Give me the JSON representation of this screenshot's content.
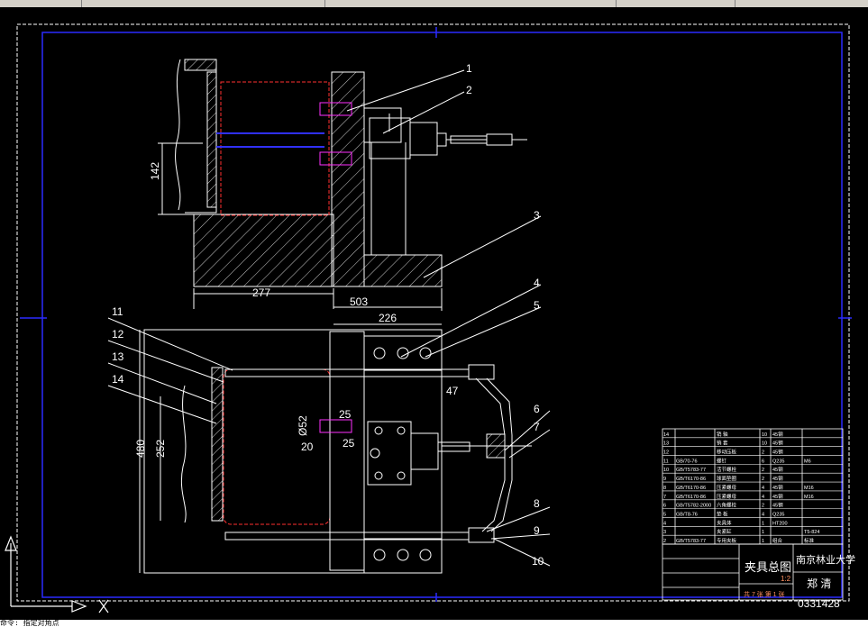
{
  "title_block": {
    "drawing_name": "夹具总图",
    "school": "南京林业大学",
    "author": "郑 清",
    "student_no": "0331428",
    "scale": "1:2",
    "sheet": "共 7 张 第 1 张"
  },
  "dimensions": {
    "d142": "142",
    "d277": "277",
    "d503": "503",
    "d226": "226",
    "d47": "47",
    "d480": "480",
    "d252": "252",
    "d52": "Ø52",
    "d25a": "25",
    "d20": "20",
    "d25b": "25"
  },
  "balloons": [
    "1",
    "2",
    "3",
    "4",
    "5",
    "6",
    "7",
    "8",
    "9",
    "10",
    "11",
    "12",
    "13",
    "14"
  ],
  "bom": [
    [
      "14",
      "",
      "销 轴",
      "10",
      "45钢",
      ""
    ],
    [
      "13",
      "",
      "销 套",
      "10",
      "45钢",
      ""
    ],
    [
      "12",
      "",
      "移动压板",
      "2",
      "45钢",
      ""
    ],
    [
      "11",
      "GB/70-76",
      "螺钉",
      "6",
      "Q235",
      "M6"
    ],
    [
      "10",
      "GB/T5783-77",
      "活节螺栓",
      "2",
      "45钢",
      ""
    ],
    [
      "9",
      "GB/T6170-86",
      "球面垫圈",
      "2",
      "45钢",
      ""
    ],
    [
      "8",
      "GB/T6170-86",
      "压紧螺母",
      "4",
      "45钢",
      "M16"
    ],
    [
      "7",
      "GB/T6170-86",
      "压紧螺母",
      "4",
      "45钢",
      "M16"
    ],
    [
      "6",
      "GB/T5782-2000",
      "六角螺栓",
      "2",
      "45钢",
      ""
    ],
    [
      "5",
      "GB/T8-76",
      "垫 板",
      "4",
      "Q235",
      ""
    ],
    [
      "4",
      "",
      "夹具体",
      "1",
      "HT200",
      ""
    ],
    [
      "3",
      "",
      "夹紧缸",
      "1",
      "",
      "T5-824"
    ],
    [
      "2",
      "GB/T5783-77",
      "专用夹板",
      "1",
      "组合",
      "标准"
    ]
  ],
  "command_line": "命令: 指定对角点"
}
